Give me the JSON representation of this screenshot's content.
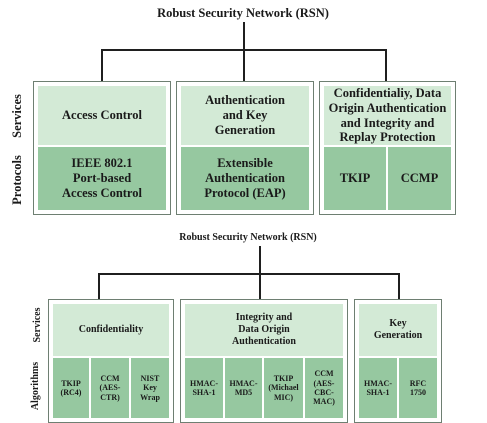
{
  "diagram1": {
    "title": "Robust Security Network (RSN)",
    "row_labels": {
      "services": "Services",
      "protocols": "Protocols"
    },
    "groups": [
      {
        "service": "Access Control",
        "protocols": [
          "IEEE 802.1\nPort-based\nAccess Control"
        ]
      },
      {
        "service": "Authentication\nand Key\nGeneration",
        "protocols": [
          "Extensible\nAuthentication\nProtocol (EAP)"
        ]
      },
      {
        "service": "Confidentialiy, Data\nOrigin Authentication\nand Integrity and\nReplay Protection",
        "protocols": [
          "TKIP",
          "CCMP"
        ]
      }
    ]
  },
  "diagram2": {
    "title": "Robust Security Network (RSN)",
    "row_labels": {
      "services": "Services",
      "algorithms": "Algorithms"
    },
    "groups": [
      {
        "service": "Confidentiality",
        "algorithms": [
          "TKIP\n(RC4)",
          "CCM\n(AES-\nCTR)",
          "NIST\nKey\nWrap"
        ]
      },
      {
        "service": "Integrity and\nData Origin\nAuthentication",
        "algorithms": [
          "HMAC-\nSHA-1",
          "HMAC-\nMD5",
          "TKIP\n(Michael\nMIC)",
          "CCM\n(AES-\nCBC-\nMAC)"
        ]
      },
      {
        "service": "Key\nGeneration",
        "algorithms": [
          "HMAC-\nSHA-1",
          "RFC\n1750"
        ]
      }
    ]
  }
}
